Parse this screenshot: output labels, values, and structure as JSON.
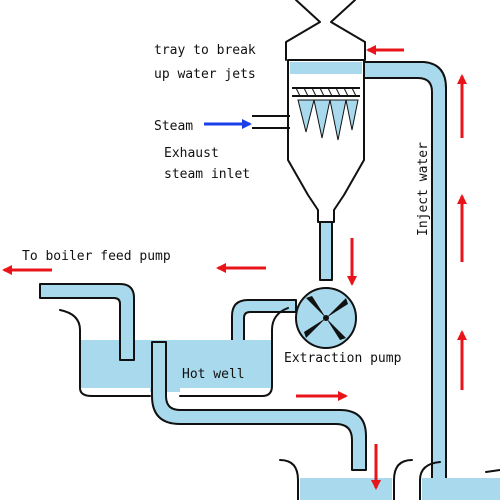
{
  "labels": {
    "tray_line1": "tray to break",
    "tray_line2": "up water jets",
    "steam": "Steam",
    "exhaust_line1": "Exhaust",
    "exhaust_line2": "steam inlet",
    "boiler": "To boiler feed pump",
    "hot_well": "Hot well",
    "extraction": "Extraction pump",
    "inject": "Inject water"
  },
  "colors": {
    "water": "#a9d9ec",
    "outline": "#111111",
    "flow_arrow": "#e8141a",
    "steam_arrow": "#1a3ee8"
  }
}
